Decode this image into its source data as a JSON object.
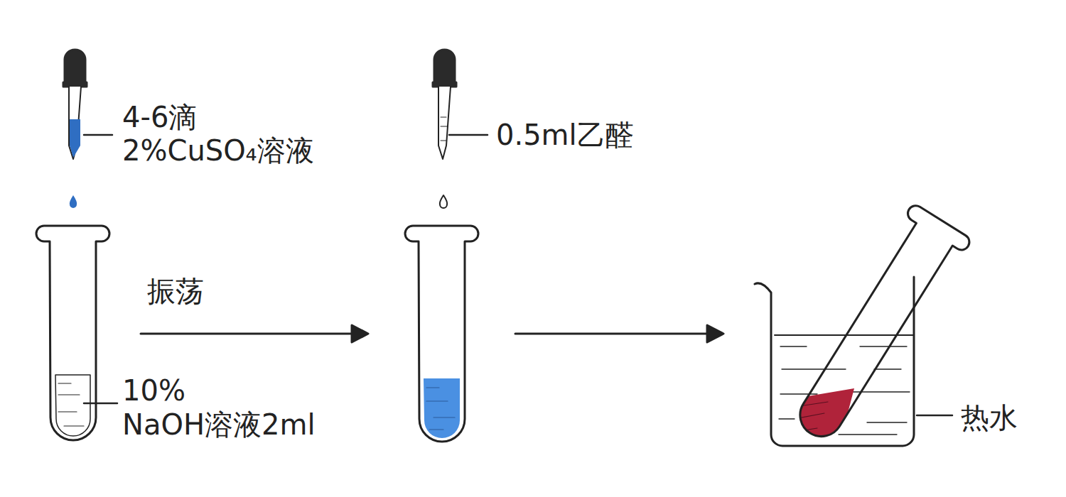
{
  "diagram": {
    "labels": [
      "4-6滴",
      "2%CuSO₄溶液",
      "0.5ml乙醛",
      "振荡",
      "10%",
      "NaOH溶液2ml",
      "热水"
    ]
  }
}
